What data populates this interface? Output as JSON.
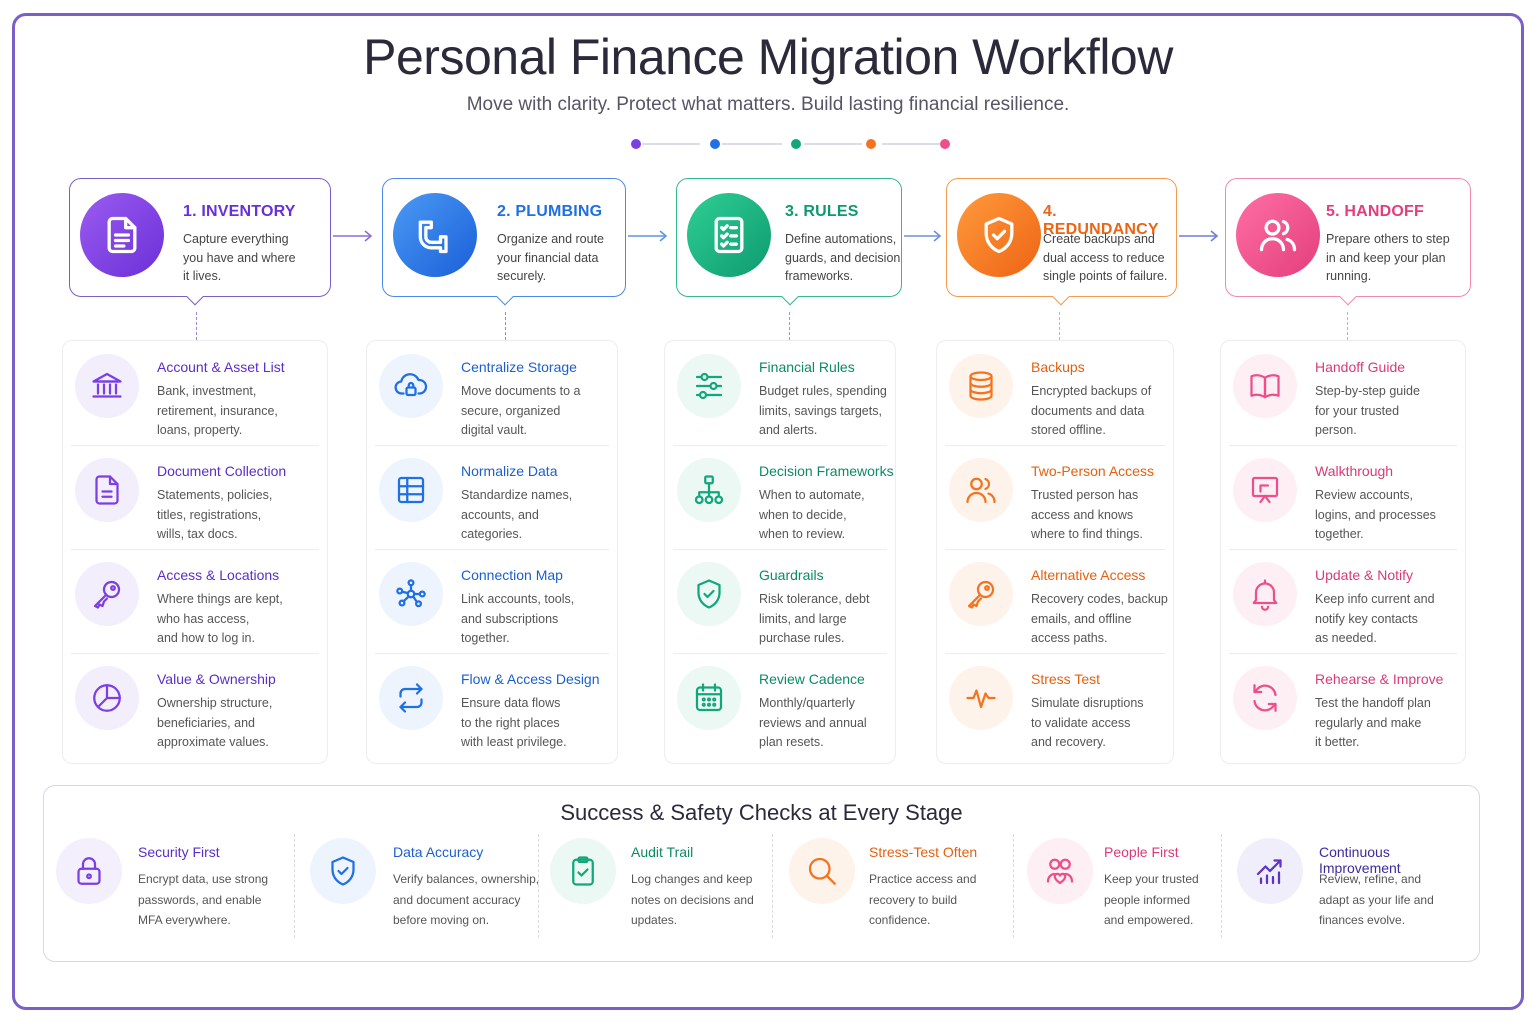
{
  "header": {
    "title": "Personal Finance Migration Workflow",
    "subtitle": "Move with clarity. Protect what matters. Build lasting financial resilience."
  },
  "colors": {
    "frame": "#7b5fc7",
    "inventory": "#7b3fe4",
    "plumbing": "#1f6fe5",
    "rules": "#12a77a",
    "redundancy": "#f4731f",
    "handoff": "#ec4f8a"
  },
  "stages": [
    {
      "title": "1. INVENTORY",
      "desc": [
        "Capture everything",
        "you have and where",
        "it lives."
      ],
      "icon": "document-icon"
    },
    {
      "title": "2. PLUMBING",
      "desc": [
        "Organize and route",
        "your financial data",
        "securely."
      ],
      "icon": "pipe-icon"
    },
    {
      "title": "3. RULES",
      "desc": [
        "Define automations,",
        "guards, and decision",
        "frameworks."
      ],
      "icon": "checklist-icon"
    },
    {
      "title": "4. REDUNDANCY",
      "desc": [
        "Create backups and",
        "dual access to reduce",
        "single points of failure."
      ],
      "icon": "shield-check-icon"
    },
    {
      "title": "5. HANDOFF",
      "desc": [
        "Prepare others to step",
        "in and keep your plan",
        "running."
      ],
      "icon": "people-icon"
    }
  ],
  "columns": [
    {
      "items": [
        {
          "title": "Account & Asset List",
          "desc": [
            "Bank, investment,",
            "retirement, insurance,",
            "loans, property."
          ],
          "icon": "bank-icon"
        },
        {
          "title": "Document Collection",
          "desc": [
            "Statements, policies,",
            "titles, registrations,",
            "wills, tax docs."
          ],
          "icon": "file-icon"
        },
        {
          "title": "Access & Locations",
          "desc": [
            "Where things are kept,",
            "who has access,",
            "and how to log in."
          ],
          "icon": "key-icon"
        },
        {
          "title": "Value & Ownership",
          "desc": [
            "Ownership structure,",
            "beneficiaries, and",
            "approximate values."
          ],
          "icon": "pie-chart-icon"
        }
      ]
    },
    {
      "items": [
        {
          "title": "Centralize Storage",
          "desc": [
            "Move documents to a",
            "secure, organized",
            "digital vault."
          ],
          "icon": "cloud-lock-icon"
        },
        {
          "title": "Normalize Data",
          "desc": [
            "Standardize names,",
            "accounts, and",
            "categories."
          ],
          "icon": "table-icon"
        },
        {
          "title": "Connection Map",
          "desc": [
            "Link accounts, tools,",
            "and subscriptions",
            "together."
          ],
          "icon": "network-icon"
        },
        {
          "title": "Flow & Access Design",
          "desc": [
            "Ensure data flows",
            "to the right places",
            "with least privilege."
          ],
          "icon": "sync-arrows-icon"
        }
      ]
    },
    {
      "items": [
        {
          "title": "Financial Rules",
          "desc": [
            "Budget rules, spending",
            "limits, savings targets,",
            "and alerts."
          ],
          "icon": "sliders-icon"
        },
        {
          "title": "Decision Frameworks",
          "desc": [
            "When to automate,",
            "when to decide,",
            "when to review."
          ],
          "icon": "flowchart-icon"
        },
        {
          "title": "Guardrails",
          "desc": [
            "Risk tolerance, debt",
            "limits, and large",
            "purchase rules."
          ],
          "icon": "shield-check-icon"
        },
        {
          "title": "Review Cadence",
          "desc": [
            "Monthly/quarterly",
            "reviews and annual",
            "plan resets."
          ],
          "icon": "calendar-icon"
        }
      ]
    },
    {
      "items": [
        {
          "title": "Backups",
          "desc": [
            "Encrypted backups of",
            "documents and data",
            "stored offline."
          ],
          "icon": "database-icon"
        },
        {
          "title": "Two-Person Access",
          "desc": [
            "Trusted person has",
            "access and knows",
            "where to find things."
          ],
          "icon": "two-people-icon"
        },
        {
          "title": "Alternative Access",
          "desc": [
            "Recovery codes, backup",
            "emails, and offline",
            "access paths."
          ],
          "icon": "key-icon"
        },
        {
          "title": "Stress Test",
          "desc": [
            "Simulate disruptions",
            "to validate access",
            "and recovery."
          ],
          "icon": "pulse-icon"
        }
      ]
    },
    {
      "items": [
        {
          "title": "Handoff Guide",
          "desc": [
            "Step-by-step guide",
            "for your trusted",
            "person."
          ],
          "icon": "book-icon"
        },
        {
          "title": "Walkthrough",
          "desc": [
            "Review accounts,",
            "logins, and processes",
            "together."
          ],
          "icon": "presentation-icon"
        },
        {
          "title": "Update & Notify",
          "desc": [
            "Keep info current and",
            "notify key contacts",
            "as needed."
          ],
          "icon": "bell-icon"
        },
        {
          "title": "Rehearse & Improve",
          "desc": [
            "Test the handoff plan",
            "regularly and make",
            "it better."
          ],
          "icon": "refresh-icon"
        }
      ]
    }
  ],
  "checks": {
    "title": "Success & Safety Checks at Every Stage",
    "items": [
      {
        "title": "Security First",
        "desc": [
          "Encrypt data, use strong",
          "passwords, and enable",
          "MFA everywhere."
        ],
        "icon": "lock-icon",
        "color": "#7b3fe4"
      },
      {
        "title": "Data Accuracy",
        "desc": [
          "Verify balances, ownership,",
          "and document accuracy",
          "before moving on."
        ],
        "icon": "shield-check-icon",
        "color": "#1f6fe5"
      },
      {
        "title": "Audit Trail",
        "desc": [
          "Log changes and keep",
          "notes on decisions and",
          "updates."
        ],
        "icon": "clipboard-check-icon",
        "color": "#12a77a"
      },
      {
        "title": "Stress-Test Often",
        "desc": [
          "Practice access and",
          "recovery to build",
          "confidence."
        ],
        "icon": "magnifier-icon",
        "color": "#f4731f"
      },
      {
        "title": "People First",
        "desc": [
          "Keep your trusted",
          "people informed",
          "and empowered."
        ],
        "icon": "people-heart-icon",
        "color": "#ec4f8a"
      },
      {
        "title": "Continuous Improvement",
        "desc": [
          "Review, refine, and",
          "adapt as your life and",
          "finances evolve."
        ],
        "icon": "growth-chart-icon",
        "color": "#5b35c9"
      }
    ]
  }
}
